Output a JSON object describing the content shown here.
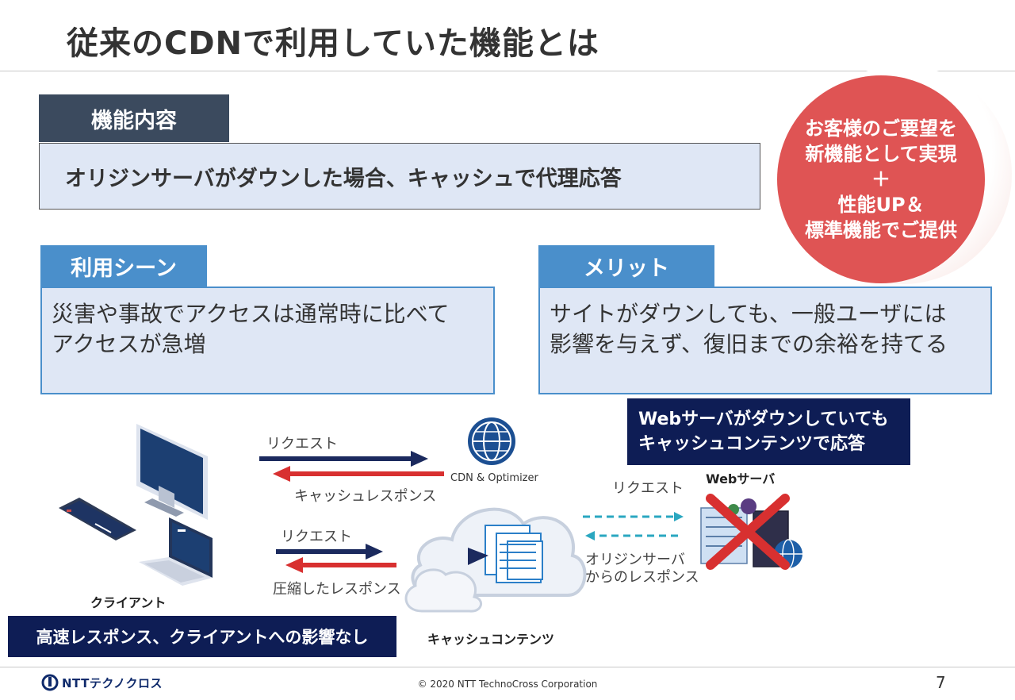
{
  "title": "従来のCDNで利用していた機能とは",
  "function": {
    "tab": "機能内容",
    "text": "オリジンサーバがダウンした場合、キャッシュで代理応答"
  },
  "circle": {
    "lines": [
      "お客様のご要望を",
      "新機能として実現",
      "＋",
      "性能UP＆",
      "標準機能でご提供"
    ]
  },
  "scene": {
    "tab": "利用シーン",
    "lines": [
      "災害や事故でアクセスは通常時に比べて",
      "アクセスが急増"
    ]
  },
  "merit": {
    "tab": "メリット",
    "lines": [
      "サイトがダウンしても、一般ユーザには",
      "影響を与えず、復旧までの余裕を持てる"
    ]
  },
  "diagram": {
    "web_note": [
      "Webサーバがダウンしていても",
      "キャッシュコンテンツで応答"
    ],
    "request_top": "リクエスト",
    "cache_response": "キャッシュレスポンス",
    "cdn_label": "CDN & Optimizer",
    "request_bottom": "リクエスト",
    "compressed_response": "圧縮したレスポンス",
    "request_right": "リクエスト",
    "webserver_label": "Webサーバ",
    "origin_response": [
      "オリジンサーバ",
      "からのレスポンス"
    ],
    "client_label": "クライアント",
    "cache_label": "キャッシュコンテンツ",
    "fast_note": "高速レスポンス、クライアントへの影響なし"
  },
  "footer": {
    "logo": "NTTテクノクロス",
    "copyright": "© 2020 NTT TechnoCross Corporation",
    "page": "7"
  },
  "colors": {
    "navy": "#0e1d55",
    "blue": "#4a8fcb",
    "red": "#df5454",
    "light_box": "#dfe7f5",
    "dark_tab": "#3b4a5e"
  }
}
